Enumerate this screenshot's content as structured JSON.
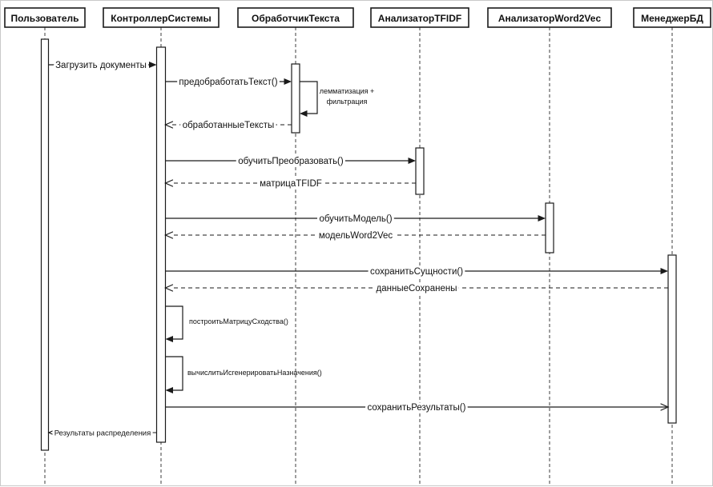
{
  "diagram": {
    "kind": "uml-sequence"
  },
  "participants": [
    {
      "name": "Пользователь"
    },
    {
      "name": "КонтроллерСистемы"
    },
    {
      "name": "ОбработчикТекста"
    },
    {
      "name": "АнализаторTFIDF"
    },
    {
      "name": "АнализаторWord2Vec"
    },
    {
      "name": "МенеджерБД"
    }
  ],
  "messages": [
    {
      "label": "Загрузить документы",
      "from": "Пользователь",
      "to": "КонтроллерСистемы",
      "kind": "sync"
    },
    {
      "label": "предобработатьТекст()",
      "from": "КонтроллерСистемы",
      "to": "ОбработчикТекста",
      "kind": "sync"
    },
    {
      "label": "лемматизация + фильтрация",
      "line1": "лемматизация +",
      "line2": "фильтрация",
      "from": "ОбработчикТекста",
      "to": "ОбработчикТекста",
      "kind": "self"
    },
    {
      "label": "обработанныеТексты",
      "from": "ОбработчикТекста",
      "to": "КонтроллерСистемы",
      "kind": "return"
    },
    {
      "label": "обучитьПреобразовать()",
      "from": "КонтроллерСистемы",
      "to": "АнализаторTFIDF",
      "kind": "sync"
    },
    {
      "label": "матрицаTFIDF",
      "from": "АнализаторTFIDF",
      "to": "КонтроллерСистемы",
      "kind": "return"
    },
    {
      "label": "обучитьМодель()",
      "from": "КонтроллерСистемы",
      "to": "АнализаторWord2Vec",
      "kind": "sync"
    },
    {
      "label": "модельWord2Vec",
      "from": "АнализаторWord2Vec",
      "to": "КонтроллерСистемы",
      "kind": "return"
    },
    {
      "label": "сохранитьСущности()",
      "from": "КонтроллерСистемы",
      "to": "МенеджерБД",
      "kind": "sync"
    },
    {
      "label": "данныеСохранены",
      "from": "МенеджерБД",
      "to": "КонтроллерСистемы",
      "kind": "return"
    },
    {
      "label": "построитьМатрицуСходства()",
      "from": "КонтроллерСистемы",
      "to": "КонтроллерСистемы",
      "kind": "self"
    },
    {
      "label": "вычислитьИсгенерироватьНазначения()",
      "from": "КонтроллерСистемы",
      "to": "КонтроллерСистемы",
      "kind": "self"
    },
    {
      "label": "сохранитьРезультаты()",
      "from": "КонтроллерСистемы",
      "to": "МенеджерБД",
      "kind": "async"
    },
    {
      "label": "Результаты распределения",
      "from": "КонтроллерСистемы",
      "to": "Пользователь",
      "kind": "return"
    }
  ]
}
